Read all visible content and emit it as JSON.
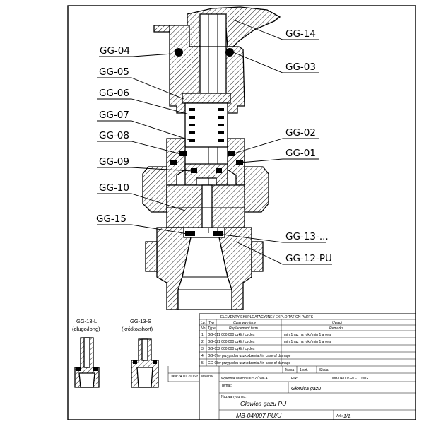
{
  "labels": {
    "gg14": "GG-14",
    "gg04": "GG-04",
    "gg03": "GG-03",
    "gg05": "GG-05",
    "gg06": "GG-06",
    "gg07": "GG-07",
    "gg02": "GG-02",
    "gg08": "GG-08",
    "gg01": "GG-01",
    "gg09": "GG-09",
    "gg10": "GG-10",
    "gg15": "GG-15",
    "gg13": "GG-13-...",
    "gg12": "GG-12-PU"
  },
  "details": {
    "long_title": "GG-13-L",
    "long_caption": "(długo/long)",
    "short_title": "GG-13-S",
    "short_caption": "(krótko/short)"
  },
  "parts_table": {
    "title": "ELEMENTY EKSPLOATACYJNE / EXPLOITATION PARTS",
    "header_lp": "Lp.",
    "header_typ": "Typ",
    "header_czas": "Czas wymiany",
    "header_czas_en": "Replacement term",
    "header_uwagi": "Uwagi",
    "header_uwagi_en": "Remarks",
    "header_no": "No.",
    "header_type": "Type",
    "rows": [
      {
        "lp": "1",
        "typ": "GG-01",
        "czas": "1 000 000 cykli / cycles",
        "uwagi": "min 1 raz na rok / min 1 a year"
      },
      {
        "lp": "2",
        "typ": "GG-02",
        "czas": "1 000 000 cykli / cycles",
        "uwagi": "min 1 raz na rok / min 1 a year"
      },
      {
        "lp": "3",
        "typ": "GG-03",
        "czas": "2 000 000 cykli / cycles",
        "uwagi": ""
      },
      {
        "lp": "4",
        "typ": "GG-07",
        "czas": "w przypadku uszkodzenia / in case of damage",
        "uwagi": ""
      },
      {
        "lp": "5",
        "typ": "GG-08",
        "czas": "w przypadku uszkodzenia / in case of damage",
        "uwagi": ""
      }
    ]
  },
  "title_block": {
    "date": "Data:24.01.2006 r.",
    "material": "Materiał",
    "mass": "Masa",
    "quantity": "1 szt.",
    "scale": "Skala",
    "designer_label": "Wykonał:",
    "designer": "Marcin OLSZÓWKA",
    "file_label": "Plik:",
    "file": "MB-04/007-PU-1.DWG",
    "subject_label": "Temat:",
    "subject": "Głowica gazu",
    "name_label": "Nazwa rysunku:",
    "name": "Głowica gazu PU",
    "drawing_no": "MB-04/007.PU/U",
    "sheet_label": "Ark:",
    "sheet": "1/1"
  }
}
